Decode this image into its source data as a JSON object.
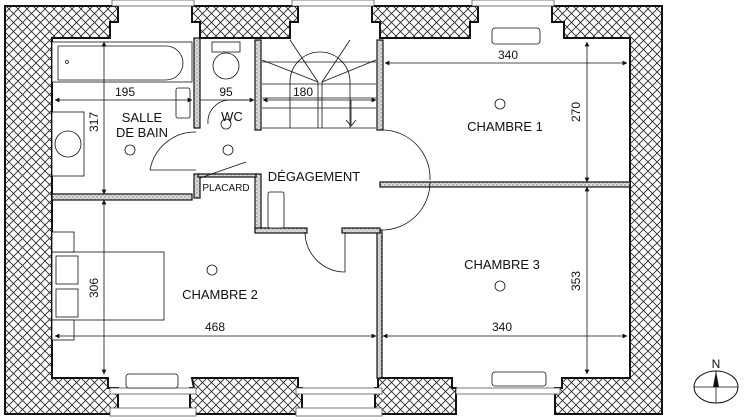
{
  "plan": {
    "rooms": [
      {
        "id": "salle-de-bain",
        "label_line1": "SALLE",
        "label_line2": "DE BAIN"
      },
      {
        "id": "wc",
        "label": "WC"
      },
      {
        "id": "degagement",
        "label": "DÉGAGEMENT"
      },
      {
        "id": "placard",
        "label": "PLACARD"
      },
      {
        "id": "chambre-1",
        "label": "CHAMBRE 1"
      },
      {
        "id": "chambre-2",
        "label": "CHAMBRE 2"
      },
      {
        "id": "chambre-3",
        "label": "CHAMBRE 3"
      }
    ],
    "dimensions": {
      "salle_de_bain_width": "195",
      "salle_de_bain_depth": "317",
      "wc_width": "95",
      "stair_width": "180",
      "chambre1_width": "340",
      "chambre1_depth": "270",
      "chambre2_width": "468",
      "chambre2_depth": "306",
      "chambre3_width": "340",
      "chambre3_depth": "353"
    },
    "compass": {
      "label": "N"
    },
    "colors": {
      "wall": "#111111",
      "hatch": "#333333",
      "background": "#ffffff"
    }
  }
}
